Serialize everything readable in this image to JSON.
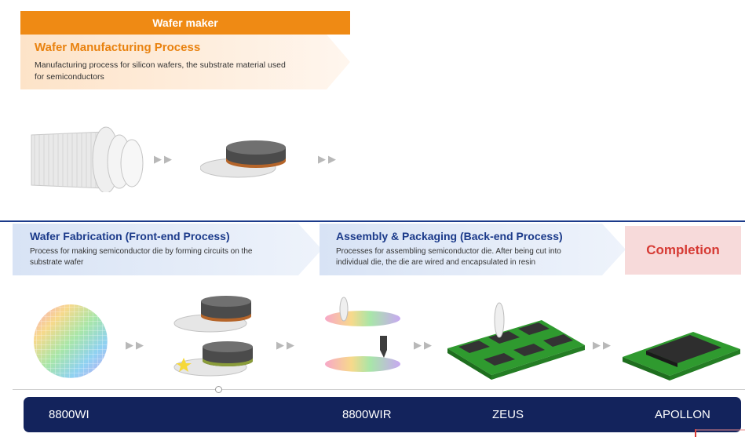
{
  "wafer_maker": {
    "bar_label": "Wafer maker",
    "title": "Wafer Manufacturing Process",
    "description": "Manufacturing process for silicon wafers, the substrate material used for semiconductors"
  },
  "front_end": {
    "title": "Wafer Fabrication (Front-end Process)",
    "description": "Process for making semiconductor die by forming circuits on the substrate wafer"
  },
  "back_end": {
    "title": "Assembly & Packaging (Back-end Process)",
    "description": "Processes for assembling semiconductor die. After being cut into individual die, the die are wired and encapsulated in resin"
  },
  "completion": {
    "label": "Completion"
  },
  "arrows": "▶▶",
  "bottom_bar": {
    "items": [
      "8800WI",
      "8800WIR",
      "ZEUS",
      "APOLLON"
    ]
  },
  "colors": {
    "orange": "#ef8a14",
    "navy": "#1b3a8a",
    "bar_navy": "#13235c",
    "completion_red": "#d63a34",
    "completion_bg": "#f7dada"
  },
  "icons": [
    "ingot-icon",
    "wafer-stack-icon",
    "patterned-wafer-icon",
    "dicing-icon",
    "pcb-assembly-icon",
    "packaged-chip-icon"
  ]
}
